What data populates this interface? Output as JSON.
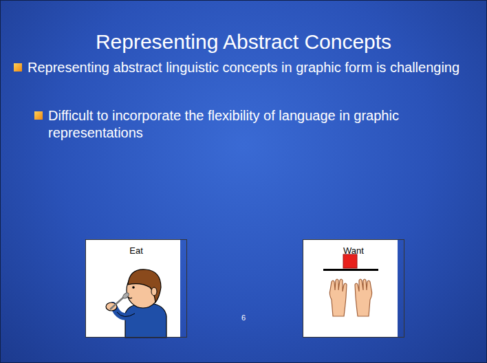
{
  "diagram": {
    "title": "Representing Abstract Concepts",
    "nodes": [
      {
        "text": [
          "Eat"
        ]
      },
      {
        "text": [
          "Want"
        ]
      }
    ],
    "labels": [
      "Representing abstract linguistic concepts in graphic form is challenging",
      "Difficult to incorporate the flexibility of language in graphic representations",
      "6"
    ]
  }
}
